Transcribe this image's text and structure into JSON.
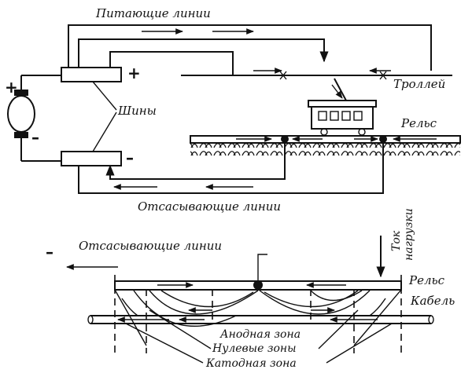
{
  "top_diagram": {
    "feed_lines_label": "Питающие линии",
    "trolley_label": "Троллей",
    "rail_label": "Рельс",
    "buses_label": "Шины",
    "return_lines_label": "Отсасывающие линии",
    "plus_sign": "+",
    "minus_sign": "–"
  },
  "bottom_diagram": {
    "return_lines_label": "Отсасывающие линии",
    "minus_sign": "–",
    "load_current_label_line1": "Ток",
    "load_current_label_line2": "нагрузки",
    "rail_label": "Рельс",
    "cable_label": "Кабель",
    "anode_zone_label": "Анодная зона",
    "null_zones_label": "Нулевые зоны",
    "cathode_zone_label": "Катодная зона"
  }
}
